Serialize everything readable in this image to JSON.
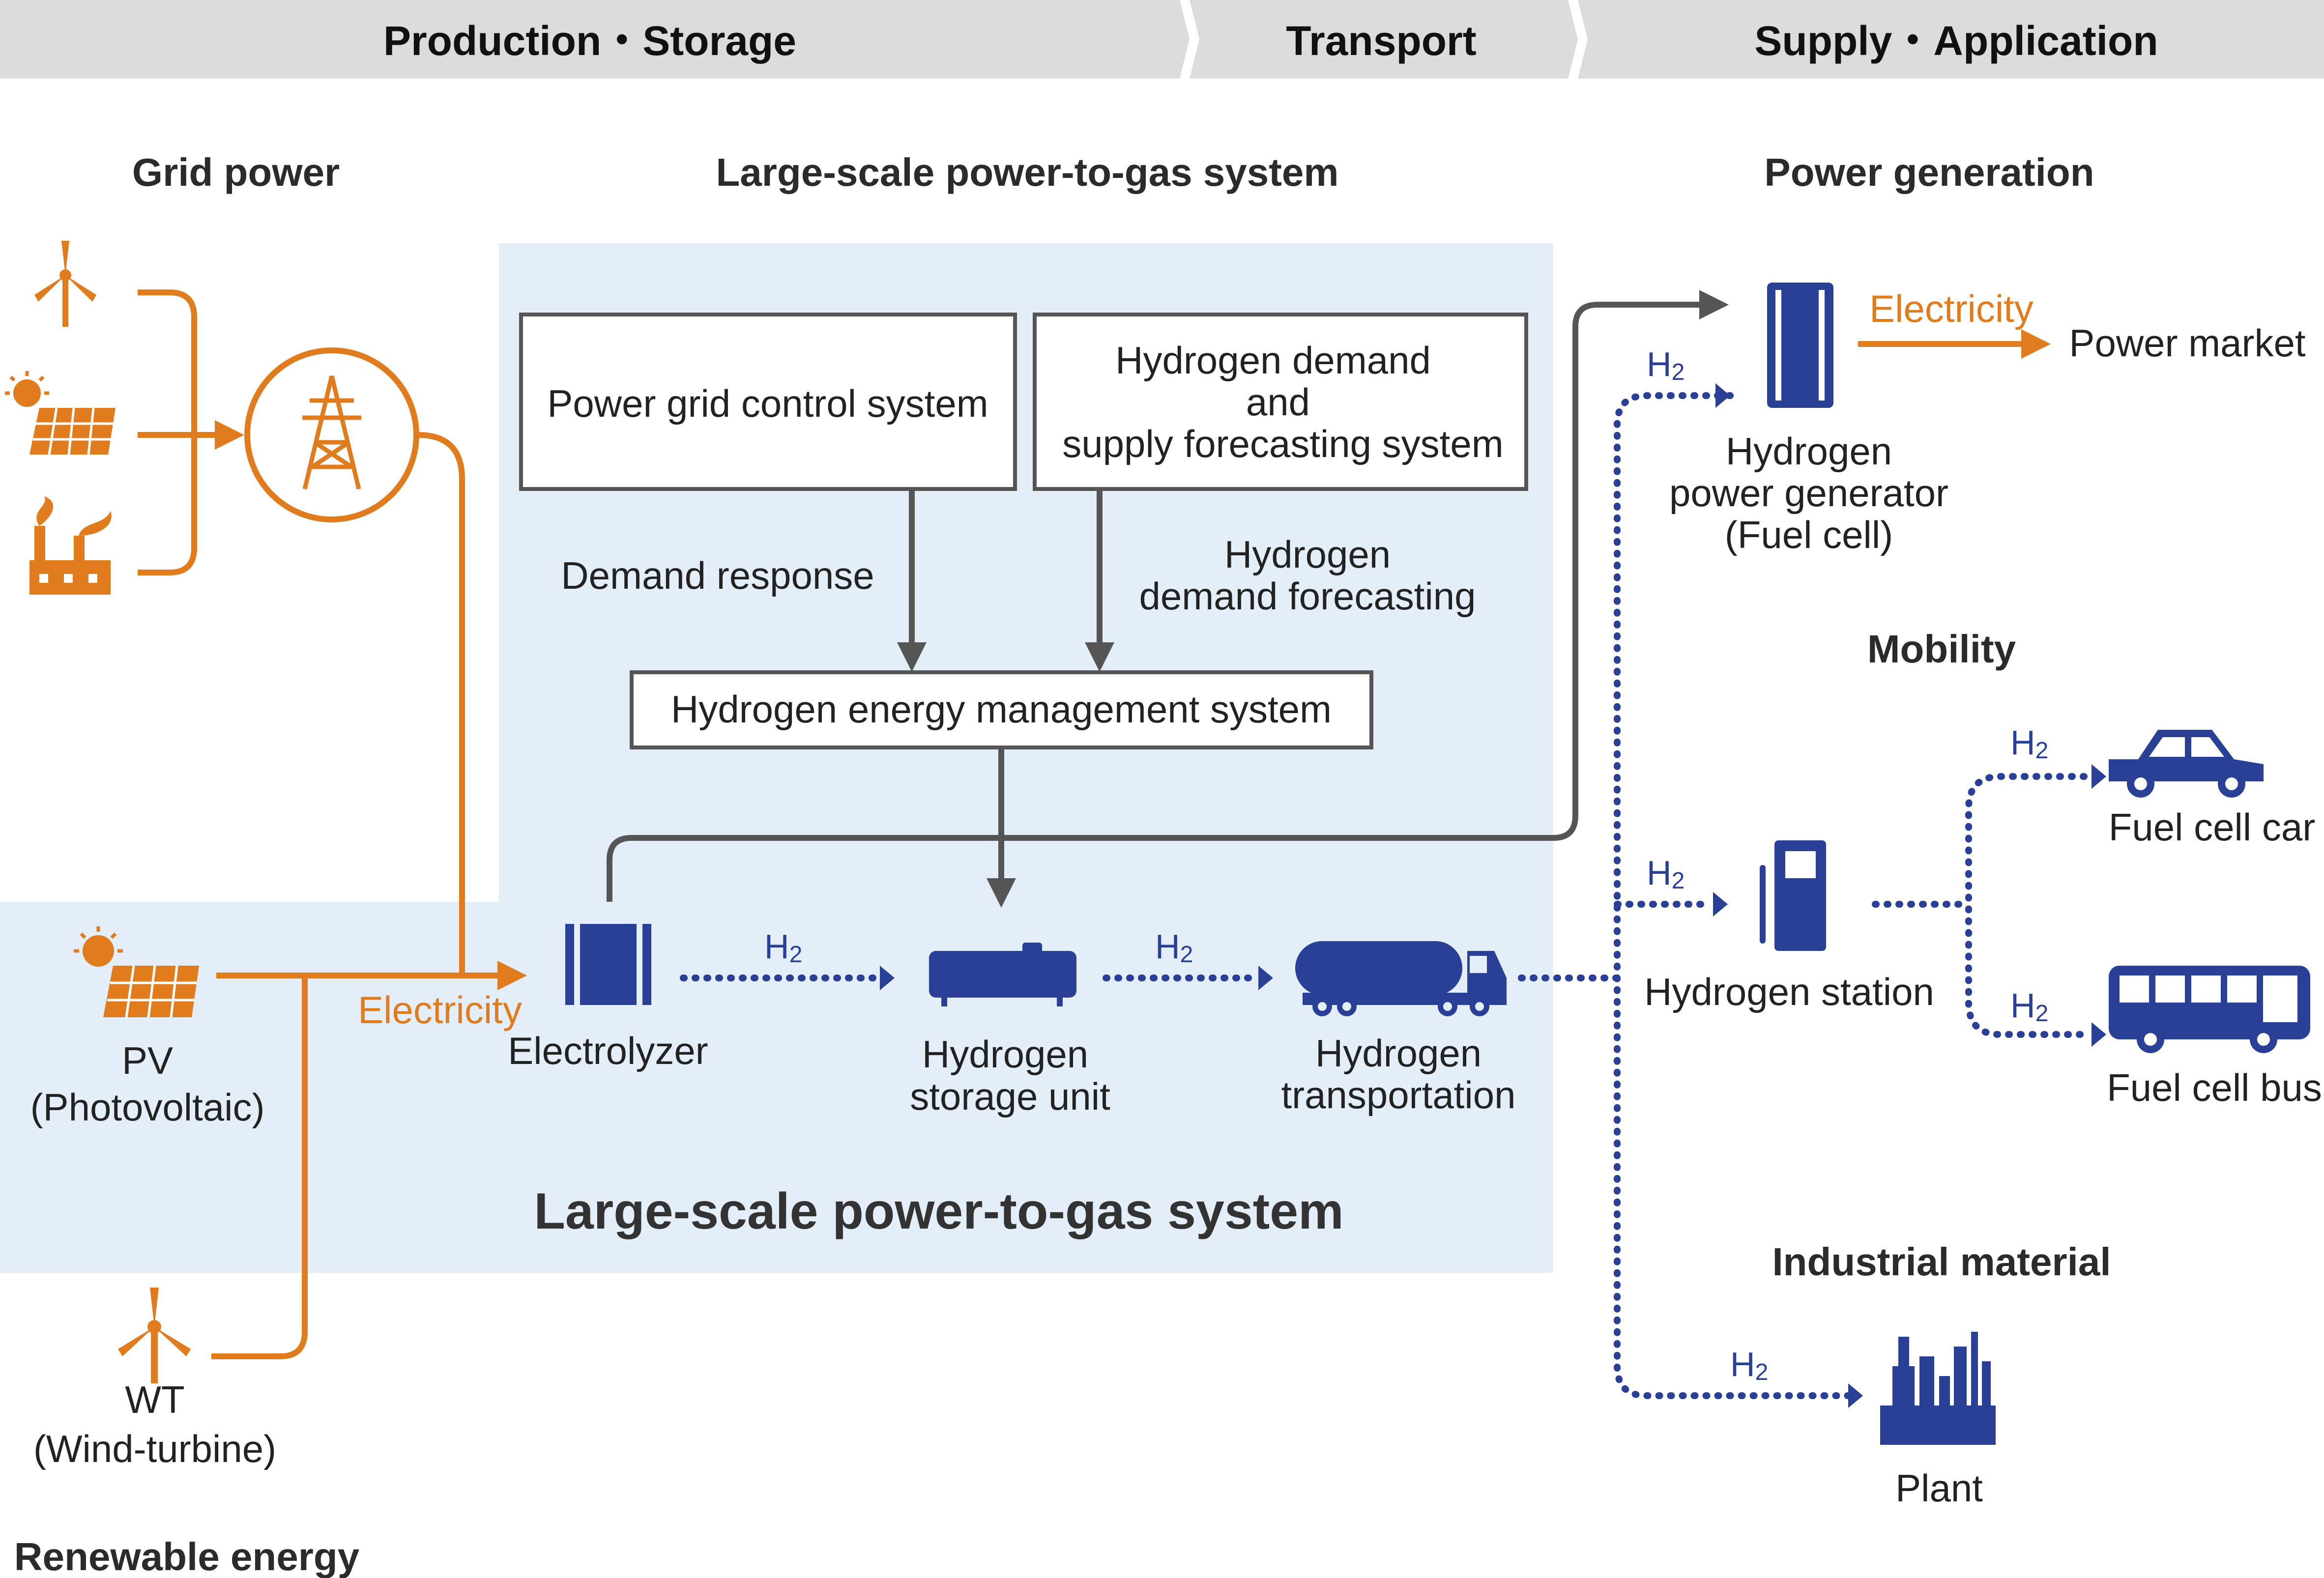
{
  "header": {
    "stages": [
      "Production・Storage",
      "Transport",
      "Supply・Application"
    ]
  },
  "sections": {
    "grid_power": "Grid power",
    "p2g_top": "Large-scale power-to-gas system",
    "p2g_bottom": "Large-scale power-to-gas system",
    "power_generation": "Power generation",
    "mobility": "Mobility",
    "industrial": "Industrial material",
    "renewable": "Renewable energy"
  },
  "boxes": {
    "grid_control": "Power grid control system",
    "forecast_line1": "Hydrogen demand",
    "forecast_line2": "and",
    "forecast_line3": "supply forecasting system",
    "hems": "Hydrogen energy management system"
  },
  "labels": {
    "demand_response": "Demand response",
    "h2_forecast_1": "Hydrogen",
    "h2_forecast_2": "demand forecasting",
    "electricity_left": "Electricity",
    "electricity_right": "Electricity",
    "power_market": "Power market",
    "pv_1": "PV",
    "pv_2": "(Photovoltaic)",
    "wt_1": "WT",
    "wt_2": "(Wind-turbine)",
    "electrolyzer": "Electrolyzer",
    "storage_1": "Hydrogen",
    "storage_2": "storage unit",
    "transport_1": "Hydrogen",
    "transport_2": "transportation",
    "generator_1": "Hydrogen",
    "generator_2": "power generator",
    "generator_3": "(Fuel cell)",
    "station": "Hydrogen station",
    "car": "Fuel cell car",
    "bus": "Fuel cell bus",
    "plant": "Plant",
    "h2": "H"
  },
  "colors": {
    "orange": "#e07b1e",
    "blue": "#2a3f96",
    "gray_arrow": "#555555",
    "panel": "#e3eef8",
    "header_bar": "#dcdcdc"
  },
  "icons": [
    "wind-turbine-icon",
    "solar-panel-icon",
    "factory-icon",
    "transmission-tower-icon",
    "electrolyzer-icon",
    "storage-tank-icon",
    "tanker-truck-icon",
    "fuel-cell-icon",
    "fuel-pump-icon",
    "car-icon",
    "bus-icon",
    "plant-icon"
  ]
}
